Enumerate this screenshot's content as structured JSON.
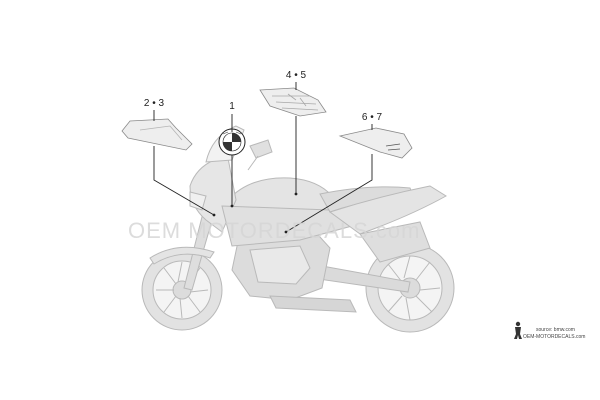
{
  "callouts": {
    "c1": "1",
    "c23": "2 • 3",
    "c45": "4 • 5",
    "c67": "6 • 7"
  },
  "watermark": {
    "text": "OEM MOTORDECALS.com",
    "source_line1": "source: bmw.com",
    "source_line2": "OEM-MOTORDECALS.com"
  },
  "colors": {
    "leader": "#222222",
    "bike_stroke": "#b9b9b9",
    "bike_fill": "#e6e6e6",
    "decal_fill": "#eeeeee"
  }
}
